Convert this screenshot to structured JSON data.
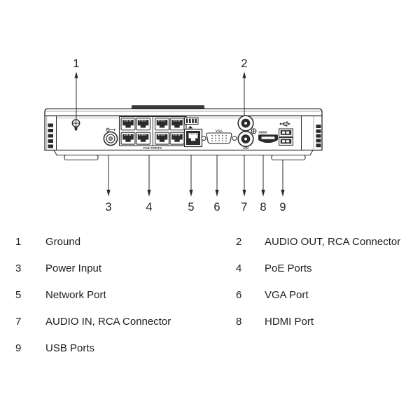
{
  "colors": {
    "line": "#2b2b2b",
    "text": "#231f20",
    "background": "#ffffff"
  },
  "diagram": {
    "callouts": [
      "1",
      "2",
      "3",
      "4",
      "5",
      "6",
      "7",
      "8",
      "9"
    ],
    "port_labels": {
      "poe": "PoE PORTS",
      "vga": "VGA",
      "hdmi": "HDMI",
      "audio_in": "AIN"
    }
  },
  "legend": {
    "items": [
      {
        "num": "1",
        "label": "Ground"
      },
      {
        "num": "2",
        "label": "AUDIO OUT, RCA Connector"
      },
      {
        "num": "3",
        "label": "Power Input"
      },
      {
        "num": "4",
        "label": "PoE Ports"
      },
      {
        "num": "5",
        "label": "Network Port"
      },
      {
        "num": "6",
        "label": "VGA Port"
      },
      {
        "num": "7",
        "label": "AUDIO IN, RCA Connector"
      },
      {
        "num": "8",
        "label": "HDMI Port"
      },
      {
        "num": "9",
        "label": "USB Ports"
      }
    ]
  }
}
